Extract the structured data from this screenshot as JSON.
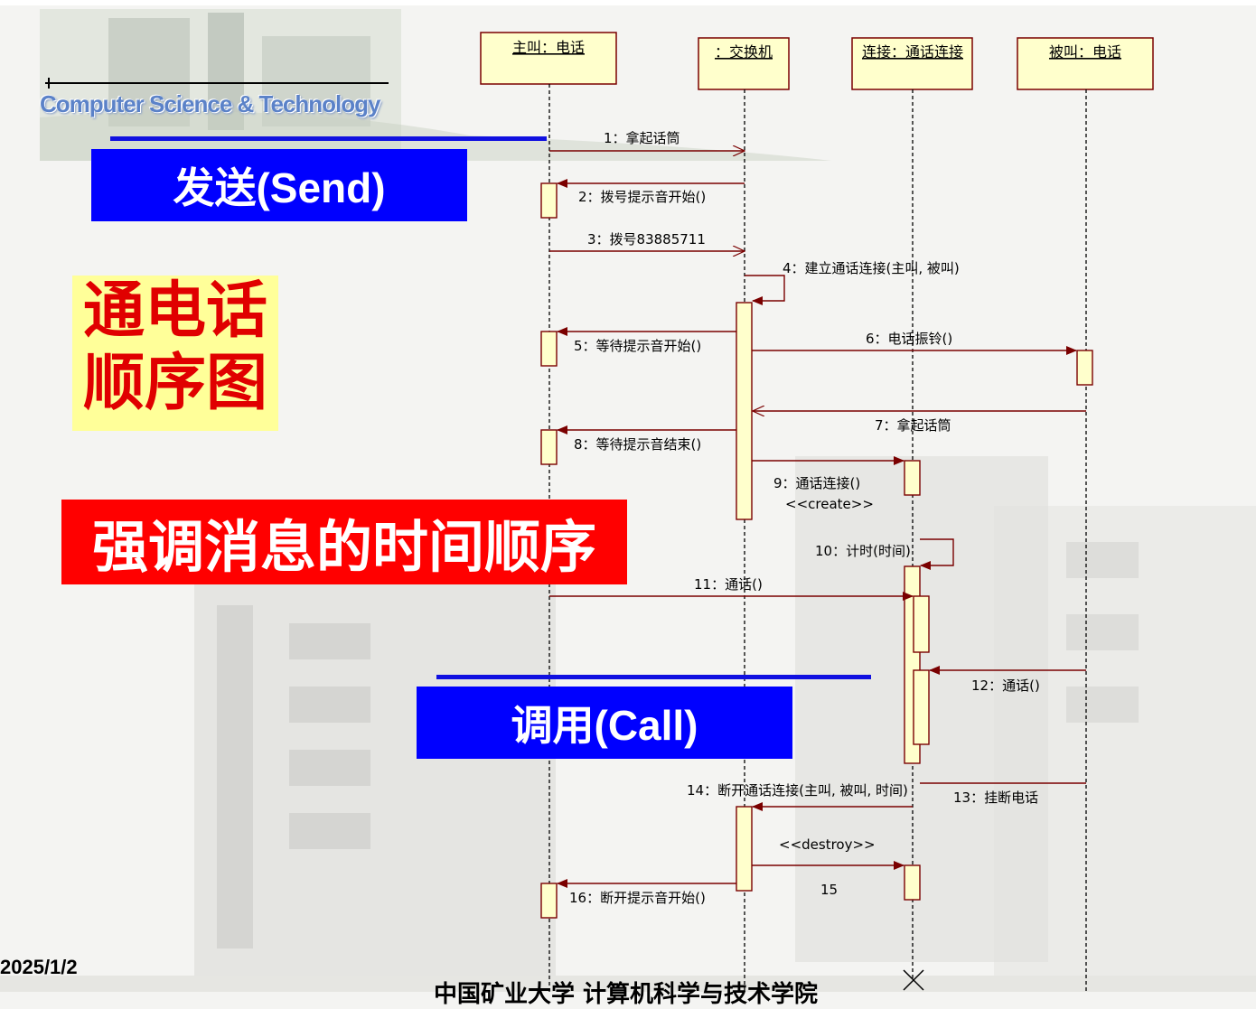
{
  "header": {
    "brand": "Computer Science & Technology"
  },
  "labels": {
    "send": "发送(Send)",
    "title_line1": "通电话",
    "title_line2": "顺序图",
    "emphasis": "强调消息的时间顺序",
    "call": "调用(Call)"
  },
  "objects": [
    {
      "id": "caller",
      "label": "主叫：电话"
    },
    {
      "id": "switch",
      "label": "：交换机"
    },
    {
      "id": "conn",
      "label": "连接：通话连接"
    },
    {
      "id": "callee",
      "label": "被叫：电话"
    }
  ],
  "messages": [
    {
      "num": "1",
      "text": "1：拿起话筒",
      "from": "caller",
      "to": "switch",
      "style": "open"
    },
    {
      "num": "2",
      "text": "2：拨号提示音开始()",
      "from": "switch",
      "to": "caller",
      "style": "filled"
    },
    {
      "num": "3",
      "text": "3：拨号83885711",
      "from": "caller",
      "to": "switch",
      "style": "open"
    },
    {
      "num": "4",
      "text": "4：建立通话连接(主叫, 被叫)",
      "from": "switch",
      "to": "switch",
      "style": "filled"
    },
    {
      "num": "5",
      "text": "5：等待提示音开始()",
      "from": "switch",
      "to": "caller",
      "style": "filled"
    },
    {
      "num": "6",
      "text": "6：电话振铃()",
      "from": "switch",
      "to": "callee",
      "style": "filled"
    },
    {
      "num": "7",
      "text": "7：拿起话筒",
      "from": "callee",
      "to": "switch",
      "style": "open"
    },
    {
      "num": "8",
      "text": "8：等待提示音结束()",
      "from": "switch",
      "to": "caller",
      "style": "filled"
    },
    {
      "num": "9",
      "text": "9：通话连接()",
      "from": "switch",
      "to": "conn",
      "style": "filled"
    },
    {
      "num": "10",
      "text": "10：计时(时间)",
      "from": "conn",
      "to": "conn",
      "style": "filled"
    },
    {
      "num": "11",
      "text": "11：通话()",
      "from": "caller",
      "to": "conn",
      "style": "filled"
    },
    {
      "num": "12",
      "text": "12：通话()",
      "from": "callee",
      "to": "conn",
      "style": "filled"
    },
    {
      "num": "13",
      "text": "13：挂断电话",
      "from": "callee",
      "to": "conn",
      "style": "line"
    },
    {
      "num": "14",
      "text": "14：断开通话连接(主叫, 被叫, 时间)",
      "from": "conn",
      "to": "switch",
      "style": "filled"
    },
    {
      "num": "15",
      "text": "15",
      "from": "switch",
      "to": "conn",
      "style": "filled"
    },
    {
      "num": "16",
      "text": "16：断开提示音开始()",
      "from": "switch",
      "to": "caller",
      "style": "filled"
    }
  ],
  "stereotypes": {
    "create": "<<create>>",
    "destroy": "<<destroy>>"
  },
  "footer": {
    "date": "2025/1/2",
    "institution": "中国矿业大学  计算机科学与技术学院"
  }
}
